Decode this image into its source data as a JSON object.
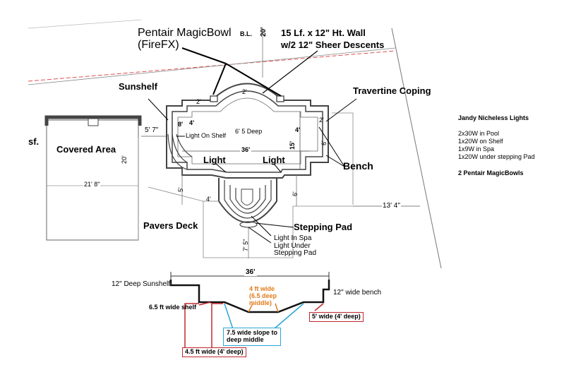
{
  "callouts": {
    "magicbowl_line1": "Pentair MagicBowl",
    "magicbowl_line2": "(FireFX)",
    "bl": "B.L.",
    "setback_20": "20'",
    "wall_line1": "15 Lf. x 12\" Ht. Wall",
    "wall_line2": "w/2 12\" Sheer Descents",
    "sunshelf": "Sunshelf",
    "travertine": "Travertine Coping",
    "covered_area": "Covered Area",
    "sf": "sf.",
    "light_on_shelf": "Light On Shelf",
    "pool_depth": "6' 5  Deep",
    "light_left": "Light",
    "light_right": "Light",
    "bench": "Bench",
    "pavers_deck": "Pavers Deck",
    "stepping_pad": "Stepping Pad",
    "light_in_spa": "Light In Spa",
    "light_under_line1": "Light Under",
    "light_under_line2": "Stepping Pad"
  },
  "dimensions": {
    "d2_left": "2'",
    "d2_top": "2'",
    "d2_right": "2'",
    "d8": "8'",
    "d4_left": "4'",
    "d5_7": "5' 7\"",
    "d36": "36'",
    "d4_right": "4'",
    "d15": "15'",
    "d6_right": "6'",
    "d20_cov": "20'",
    "d21_8": "21' 8\"",
    "d5_left": "5'",
    "d4_spa": "4'",
    "d6_spa": "6'",
    "d13_4": "13' 4\"",
    "d7_5": "7' 5\""
  },
  "legend": {
    "title": "Jandy Nicheless Lights",
    "items": [
      "2x30W in Pool",
      "1x20W  on Shelf",
      "1x9W in Spa",
      "1x20W under stepping Pad"
    ],
    "magicbowls": "2 Pentair MagicBowls"
  },
  "profile": {
    "length": "36'",
    "sunshelf_depth": "12\" Deep Sunshelf",
    "bench_width": "12\" wide bench",
    "shelf_width": "6.5 ft wide shelf",
    "deep_middle_line1": "4 ft wide",
    "deep_middle_line2": "(6.5 deep",
    "deep_middle_line3": "middle)",
    "right_step": "5' wide (4' deep)",
    "slope_line1": "7.5 wide slope to",
    "slope_line2": "deep middle",
    "left_step": "4.5 ft wide (4' deep)"
  },
  "colors": {
    "red_box": "#c0282d",
    "blue_box": "#2aa6d8",
    "orange_text": "#e07b1a",
    "property_line": "#e05050"
  }
}
